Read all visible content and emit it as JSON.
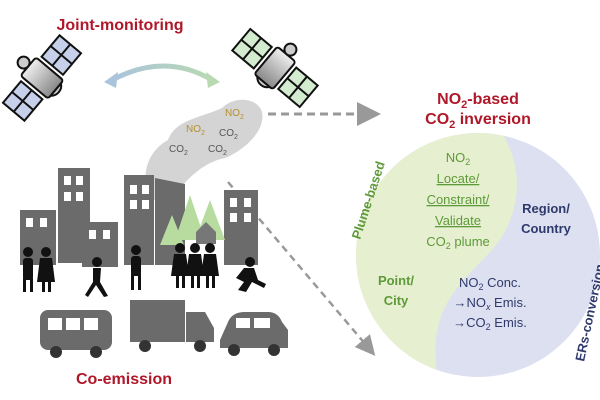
{
  "left_panel": {
    "title": "Joint-monitoring",
    "bottom_label": "Co-emission",
    "plume_gases": [
      {
        "label": "NO",
        "sub": "2"
      },
      {
        "label": "NO",
        "sub": "2"
      },
      {
        "label": "CO",
        "sub": "2"
      },
      {
        "label": "CO",
        "sub": "2"
      },
      {
        "label": "CO",
        "sub": "2"
      }
    ]
  },
  "right_panel": {
    "title_line1": {
      "pre": "NO",
      "sub": "2",
      "post": "-based"
    },
    "title_line2": {
      "pre": "CO",
      "sub": "2",
      "post": " inversion"
    },
    "arc_left": "Plume-based",
    "arc_right": "ERs-conversion",
    "green_half": {
      "line1": {
        "pre": "NO",
        "sub": "2"
      },
      "line2": "Locate/",
      "line3": "Constraint/",
      "line4": "Validate",
      "line5": {
        "pre": "CO",
        "sub": "2",
        "post": " plume"
      },
      "scale_line1": "Point/",
      "scale_line2": "City"
    },
    "blue_half": {
      "scale_line1": "Region/",
      "scale_line2": "Country",
      "line1": {
        "pre": "NO",
        "sub": "2",
        "post": " Conc."
      },
      "line2": {
        "pre": "→NO",
        "sub": "x",
        "post": " Emis."
      },
      "line3": {
        "pre": "→CO",
        "sub": "2",
        "post": " Emis."
      }
    }
  },
  "colors": {
    "title": "#b0182a",
    "green": "#5e9a3a",
    "navy": "#2e3a6b",
    "green_fill": "#e6efcf",
    "blue_fill": "#dde0f0"
  }
}
